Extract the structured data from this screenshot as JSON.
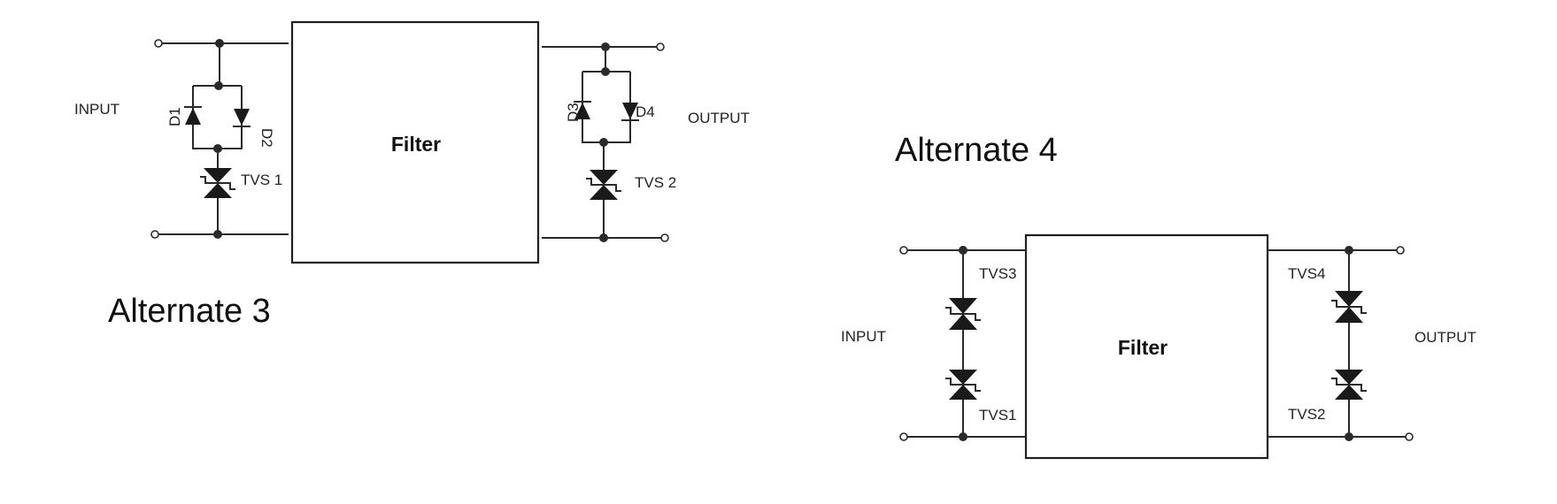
{
  "alternate3": {
    "caption": "Alternate 3",
    "filter_label": "Filter",
    "input_label": "INPUT",
    "output_label": "OUTPUT",
    "d1": "D1",
    "d2": "D2",
    "d3": "D3",
    "d4": "D4",
    "tvs1": "TVS 1",
    "tvs2": "TVS 2"
  },
  "alternate4": {
    "caption": "Alternate 4",
    "filter_label": "Filter",
    "input_label": "INPUT",
    "output_label": "OUTPUT",
    "tvs1": "TVS1",
    "tvs2": "TVS2",
    "tvs3": "TVS3",
    "tvs4": "TVS4"
  }
}
